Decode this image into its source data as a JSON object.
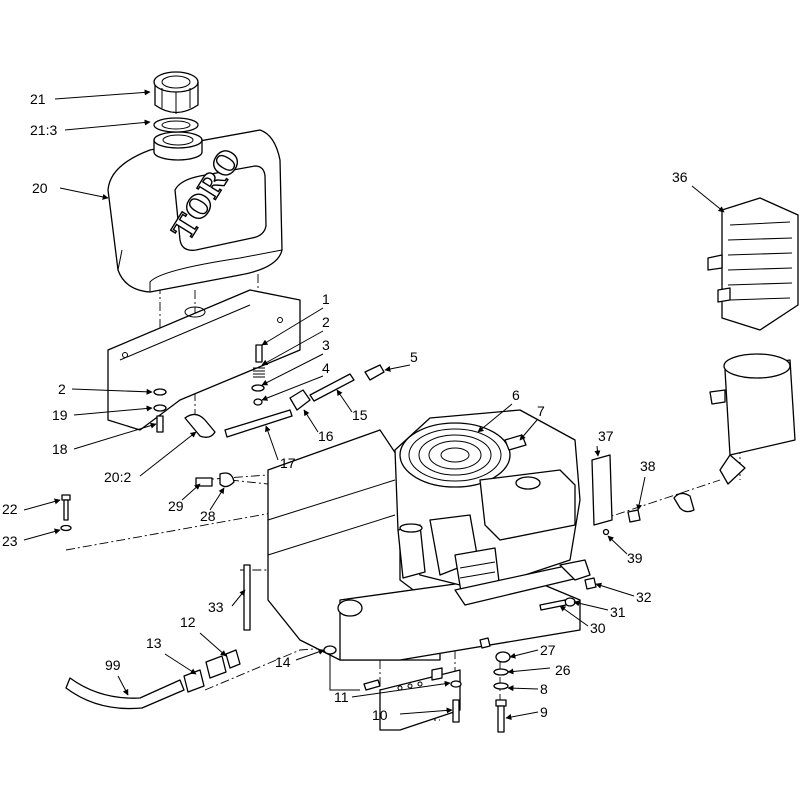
{
  "diagram": {
    "logo_text": "TORO",
    "callouts": [
      "21",
      "21:3",
      "20",
      "1",
      "2",
      "3",
      "4",
      "5",
      "6",
      "7",
      "2",
      "19",
      "18",
      "15",
      "16",
      "17",
      "20:2",
      "29",
      "28",
      "22",
      "23",
      "37",
      "38",
      "39",
      "36",
      "32",
      "31",
      "30",
      "33",
      "12",
      "13",
      "14",
      "27",
      "26",
      "8",
      "9",
      "99",
      "11",
      "10"
    ]
  }
}
